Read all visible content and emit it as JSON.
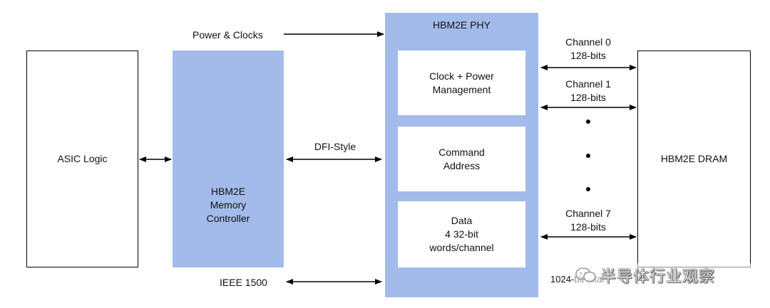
{
  "blocks": {
    "asic": "ASIC Logic",
    "controller": "HBM2E\nMemory\nController",
    "phy_title": "HBM2E PHY",
    "clock_power": "Clock + Power\nManagement",
    "command_address": "Command\nAddress",
    "data": "Data\n4 32-bit\nwords/channel",
    "dram": "HBM2E DRAM"
  },
  "labels": {
    "power_clocks": "Power & Clocks",
    "dfi_style": "DFI-Style",
    "ieee_1500": "IEEE 1500",
    "channel0": "Channel 0\n128-bits",
    "channel1": "Channel 1\n128-bits",
    "channel7": "Channel 7\n128-bits",
    "bus_width": "1024-bit total"
  },
  "watermark": "半导体行业观察",
  "colors": {
    "block_blue": "#a3bbea",
    "line": "#000000"
  }
}
